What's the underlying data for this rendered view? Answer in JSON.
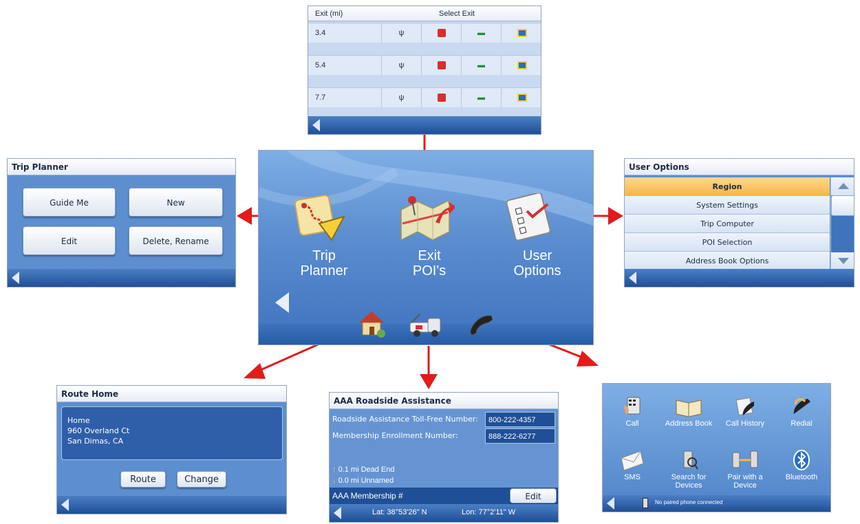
{
  "main_screen": {
    "items": [
      {
        "label_line1": "Trip",
        "label_line2": "Planner"
      },
      {
        "label_line1": "Exit",
        "label_line2": "POI's"
      },
      {
        "label_line1": "User",
        "label_line2": "Options"
      }
    ],
    "bottom_icons": [
      "home-icon",
      "tow-truck-icon",
      "phone-icon"
    ]
  },
  "exit_screen": {
    "header_left": "Exit  (mi)",
    "header_center": "Select Exit",
    "rows": [
      {
        "distance": "3.4"
      },
      {
        "distance": "5.4"
      },
      {
        "distance": "7.7"
      }
    ],
    "row_icons": [
      "restaurant-icon",
      "gas-icon",
      "car-icon",
      "hotel-icon"
    ]
  },
  "trip_planner": {
    "title": "Trip Planner",
    "buttons": [
      "Guide Me",
      "New",
      "Edit",
      "Delete, Rename"
    ]
  },
  "user_options": {
    "title": "User Options",
    "items": [
      "Region",
      "System Settings",
      "Trip Computer",
      "POI Selection",
      "Address Book Options"
    ],
    "selected": "Region"
  },
  "route_home": {
    "title": "Route Home",
    "address_lines": [
      "Home",
      "960 Overland Ct",
      "San Dimas, CA"
    ],
    "buttons": [
      "Route",
      "Change"
    ]
  },
  "aaa": {
    "title": "AAA Roadside Assistance",
    "toll_free_label": "Roadside Assistance Toll-Free Number:",
    "toll_free_value": "800-222-4357",
    "enroll_label": "Membership Enrollment Number:",
    "enroll_value": "888-222-6277",
    "nav_line1": "0.1 mi Dead End",
    "nav_line2": "0.0 mi Unnamed",
    "membership_label": "AAA Membership #",
    "edit_button": "Edit",
    "lat": "Lat:  38°53'26\"  N",
    "lon": "Lon:  77°2'11\"  W"
  },
  "phone": {
    "items": [
      {
        "label": "Call",
        "icon": "keypad-icon"
      },
      {
        "label": "Address Book",
        "icon": "address-book-icon"
      },
      {
        "label": "Call History",
        "icon": "call-history-icon"
      },
      {
        "label": "Redial",
        "icon": "redial-icon"
      },
      {
        "label": "SMS",
        "icon": "envelope-icon"
      },
      {
        "label": "Search for Devices",
        "icon": "search-devices-icon"
      },
      {
        "label": "Pair with a Device",
        "icon": "pair-icon"
      },
      {
        "label": "Bluetooth",
        "icon": "bluetooth-icon"
      }
    ],
    "status": "No paired phone connected"
  },
  "colors": {
    "accent_arrow": "#e21b1b",
    "screen_blue": "#5d8fd0",
    "selected_row": "#f5b64a"
  }
}
